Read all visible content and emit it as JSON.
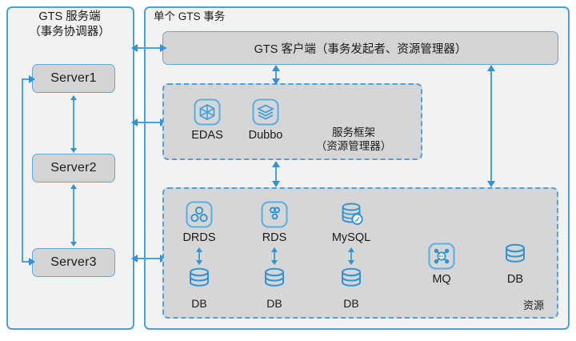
{
  "left_panel": {
    "title": "GTS 服务端\n（事务协调器）",
    "servers": [
      {
        "label": "Server1"
      },
      {
        "label": "Server2"
      },
      {
        "label": "Server3"
      }
    ]
  },
  "right_panel": {
    "title": "单个 GTS 事务",
    "client_bar": {
      "label": "GTS 客户端（事务发起者、资源管理器）"
    },
    "framework_zone": {
      "caption": "服务框架\n（资源管理器）",
      "items": [
        {
          "label": "EDAS",
          "icon": "cube-icon"
        },
        {
          "label": "Dubbo",
          "icon": "layers-icon"
        }
      ]
    },
    "resource_zone": {
      "label": "资源",
      "items": [
        {
          "label": "DRDS",
          "icon": "circles-cluster-icon"
        },
        {
          "label": "RDS",
          "icon": "hexagons-cluster-icon"
        },
        {
          "label": "MySQL",
          "icon": "mysql-cylinder-icon"
        },
        {
          "label": "MQ",
          "icon": "node-network-icon"
        },
        {
          "label": "DB",
          "icon": "database-cylinder-icon"
        }
      ],
      "databases": [
        {
          "label": "DB",
          "icon": "database-cylinder-icon"
        },
        {
          "label": "DB",
          "icon": "database-cylinder-icon"
        },
        {
          "label": "DB",
          "icon": "database-cylinder-icon"
        }
      ]
    }
  },
  "colors": {
    "accent": "#4aa3dd",
    "arrow": "#2f93d6",
    "panel_fill": "#f2f2f2",
    "zone_fill": "#d6d6d6",
    "box_fill": "#d4d4d4",
    "icon_stroke": "#2f93d6",
    "text": "#1a1a1a"
  }
}
